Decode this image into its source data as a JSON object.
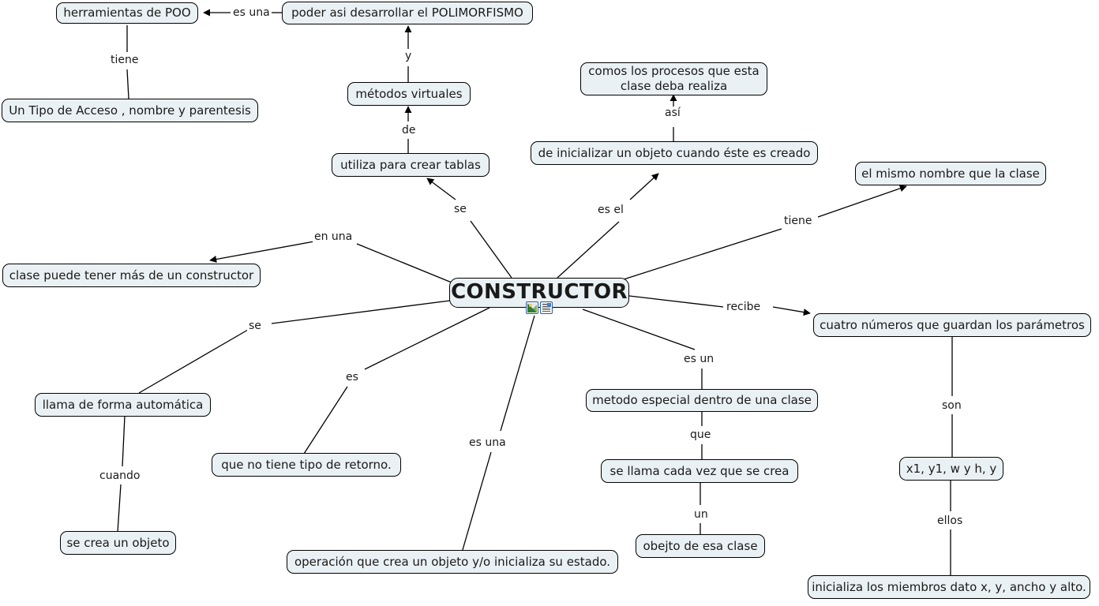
{
  "map": {
    "title": "CONSTRUCTOR",
    "colors": {
      "node_fill": "#eaf1f4",
      "node_border": "#000000",
      "edge_stroke": "#000000",
      "text": "#1a1a1a",
      "icon_border": "#2f5fa8"
    },
    "center_node": {
      "label": "CONSTRUCTOR",
      "resources": [
        {
          "name": "image-resource-icon",
          "kind": "image"
        },
        {
          "name": "document-resource-icon",
          "kind": "doc"
        }
      ]
    },
    "nodes": [
      {
        "id": "n_herramientas",
        "label": "herramientas de POO"
      },
      {
        "id": "n_polimorfismo",
        "label": "poder asi desarrollar el POLIMORFISMO"
      },
      {
        "id": "n_tipoacceso",
        "label": "Un Tipo de Acceso , nombre y parentesis"
      },
      {
        "id": "n_metodosvirt",
        "label": "métodos virtuales"
      },
      {
        "id": "n_tablas",
        "label": "utiliza para crear tablas"
      },
      {
        "id": "n_procesos",
        "label": "comos los procesos que esta\nclase deba realiza"
      },
      {
        "id": "n_inicializar",
        "label": "de inicializar un objeto cuando éste es creado"
      },
      {
        "id": "n_mismonombre",
        "label": "el mismo nombre que la clase"
      },
      {
        "id": "n_masdeuno",
        "label": "clase puede tener más de un constructor"
      },
      {
        "id": "n_cuatronums",
        "label": "cuatro números que guardan los parámetros"
      },
      {
        "id": "n_automatica",
        "label": "llama de forma automática"
      },
      {
        "id": "n_metodoesp",
        "label": "metodo especial dentro de una clase"
      },
      {
        "id": "n_sinretorno",
        "label": "que no tiene tipo de retorno."
      },
      {
        "id": "n_xywh",
        "label": "x1, y1, w y h, y"
      },
      {
        "id": "n_sellama",
        "label": "se llama cada vez que se crea"
      },
      {
        "id": "n_secrea",
        "label": "se crea un objeto"
      },
      {
        "id": "n_operacion",
        "label": "operación que crea un objeto y/o inicializa su estado."
      },
      {
        "id": "n_obejto",
        "label": "obejto de esa clase"
      },
      {
        "id": "n_miembros",
        "label": "inicializa los miembros dato x, y, ancho y alto."
      }
    ],
    "edge_labels": [
      {
        "id": "l_esuna1",
        "text": "es una"
      },
      {
        "id": "l_tiene1",
        "text": "tiene"
      },
      {
        "id": "l_y",
        "text": "y"
      },
      {
        "id": "l_de",
        "text": "de"
      },
      {
        "id": "l_asi",
        "text": "así"
      },
      {
        "id": "l_se1",
        "text": "se"
      },
      {
        "id": "l_esel",
        "text": "es el"
      },
      {
        "id": "l_tiene2",
        "text": "tiene"
      },
      {
        "id": "l_enuna",
        "text": "en una"
      },
      {
        "id": "l_recibe",
        "text": "recibe"
      },
      {
        "id": "l_se2",
        "text": "se"
      },
      {
        "id": "l_es",
        "text": "es"
      },
      {
        "id": "l_esun",
        "text": "es un"
      },
      {
        "id": "l_esuna2",
        "text": "es una"
      },
      {
        "id": "l_son",
        "text": "son"
      },
      {
        "id": "l_cuando",
        "text": "cuando"
      },
      {
        "id": "l_que",
        "text": "que"
      },
      {
        "id": "l_un",
        "text": "un"
      },
      {
        "id": "l_ellos",
        "text": "ellos"
      }
    ]
  }
}
